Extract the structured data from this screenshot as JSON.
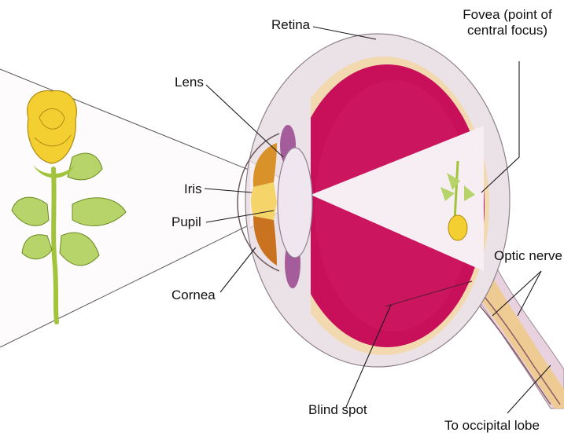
{
  "labels": {
    "retina": "Retina",
    "fovea_line1": "Fovea (point of",
    "fovea_line2": "central focus)",
    "lens": "Lens",
    "iris": "Iris",
    "pupil": "Pupil",
    "cornea": "Cornea",
    "optic_nerve": "Optic nerve",
    "blind_spot": "Blind spot",
    "occipital": "To occipital lobe"
  },
  "colors": {
    "sclera": "#ebe2e8",
    "choroid": "#f3d9b0",
    "vitreous": "#c8105a",
    "light_cone": "#f6eef2",
    "nerve": "#eecb92",
    "iris": "#d9922a",
    "lens": "#efe6f0",
    "petal": "#f3cf31",
    "leaf": "#b6d46a",
    "stem": "#a2c43c",
    "ink": "#1a1a1a"
  }
}
